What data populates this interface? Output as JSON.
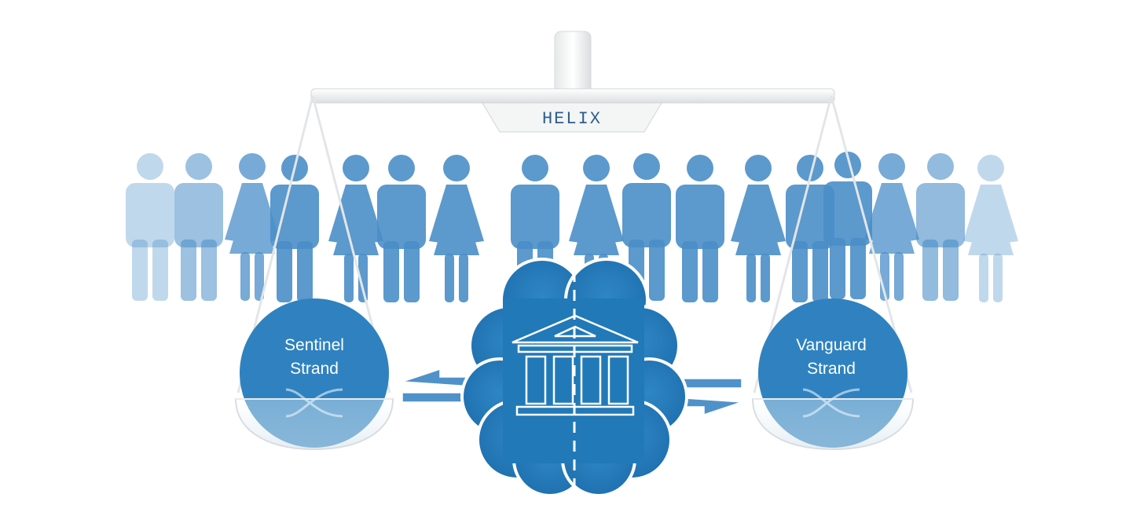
{
  "scale": {
    "label": "HELIX"
  },
  "left_pan": {
    "line1": "Sentinel",
    "line2": "Strand"
  },
  "right_pan": {
    "line1": "Vanguard",
    "line2": "Strand"
  },
  "crowd": [
    {
      "figure": "man",
      "opacity": 0.35
    },
    {
      "figure": "man",
      "opacity": 0.55
    },
    {
      "figure": "woman",
      "opacity": 0.75
    },
    {
      "figure": "man",
      "opacity": 0.9
    },
    {
      "figure": "woman",
      "opacity": 0.9
    },
    {
      "figure": "man",
      "opacity": 0.9
    },
    {
      "figure": "woman",
      "opacity": 0.9
    },
    {
      "figure": "man",
      "opacity": 0.9
    },
    {
      "figure": "woman",
      "opacity": 0.9
    },
    {
      "figure": "man",
      "opacity": 0.9
    },
    {
      "figure": "man",
      "opacity": 0.9
    },
    {
      "figure": "woman",
      "opacity": 0.9
    },
    {
      "figure": "man",
      "opacity": 0.9
    },
    {
      "figure": "man",
      "opacity": 0.9
    },
    {
      "figure": "woman",
      "opacity": 0.75
    },
    {
      "figure": "man",
      "opacity": 0.6
    },
    {
      "figure": "woman",
      "opacity": 0.35
    }
  ],
  "colors": {
    "primary_blue": "#2f82bf",
    "crowd_blue": "#4a8ec8",
    "scale_white": "#f2f3f3",
    "label_text": "#2a5f8e"
  },
  "icons": [
    "bank-building-icon",
    "dna-strand-icon",
    "arrow-left-icon",
    "arrow-right-icon",
    "cloud-shape"
  ]
}
